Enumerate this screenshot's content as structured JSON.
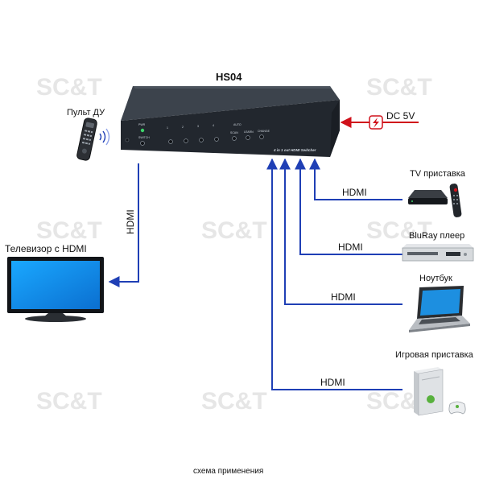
{
  "device": {
    "title": "HS04",
    "panel_text": "4 in 1 out HDMI Switcher",
    "led_labels": [
      "PWR",
      "SWITCH"
    ],
    "port_labels": [
      "1",
      "2",
      "3",
      "4"
    ],
    "auto_label": "AUTO",
    "mode_labels": [
      "SCAN",
      "LEARN",
      "CHANGE"
    ]
  },
  "remote": {
    "label": "Пульт ДУ"
  },
  "tv": {
    "label": "Телевизор с HDMI"
  },
  "power": {
    "label": "DC 5V",
    "icon": "lightning-icon"
  },
  "sources": [
    {
      "label": "TV приставка",
      "cable_label": "HDMI"
    },
    {
      "label": "BluRay плеер",
      "cable_label": "HDMI"
    },
    {
      "label": "Ноутбук",
      "cable_label": "HDMI"
    },
    {
      "label": "Игровая приставка",
      "cable_label": "HDMI"
    }
  ],
  "output_cable_label": "HDMI",
  "watermark": "SC&T",
  "caption": "схема применения",
  "colors": {
    "cable": "#1f3fb5",
    "power": "#d0111b",
    "device": "#2a3038"
  }
}
